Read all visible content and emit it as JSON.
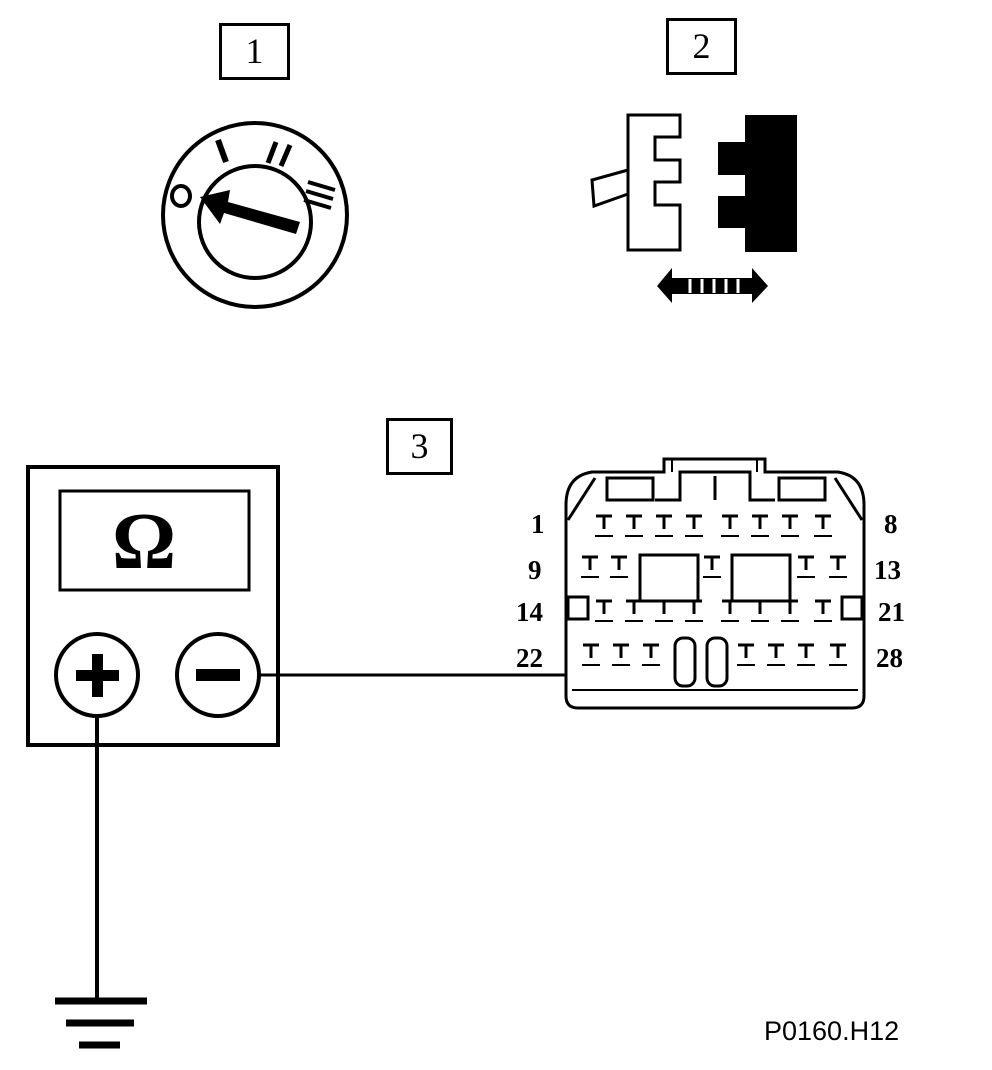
{
  "steps": [
    {
      "number": "1",
      "icon": "ignition-switch-off-icon"
    },
    {
      "number": "2",
      "icon": "connector-disconnect-icon"
    },
    {
      "number": "3",
      "icon": "resistance-measurement-icon"
    }
  ],
  "ignition_switch": {
    "positions": [
      "0",
      "I",
      "II",
      "III"
    ],
    "selected": "0"
  },
  "multimeter": {
    "display_symbol": "Ω",
    "terminals": [
      "+",
      "−"
    ],
    "mode": "resistance"
  },
  "connector": {
    "pin_rows": [
      {
        "first": "1",
        "last": "8"
      },
      {
        "first": "9",
        "last": "13"
      },
      {
        "first": "14",
        "last": "21"
      },
      {
        "first": "22",
        "last": "28"
      }
    ],
    "measured_pin": "22"
  },
  "ground_icon": "ground-icon",
  "reference": "P0160.H12"
}
